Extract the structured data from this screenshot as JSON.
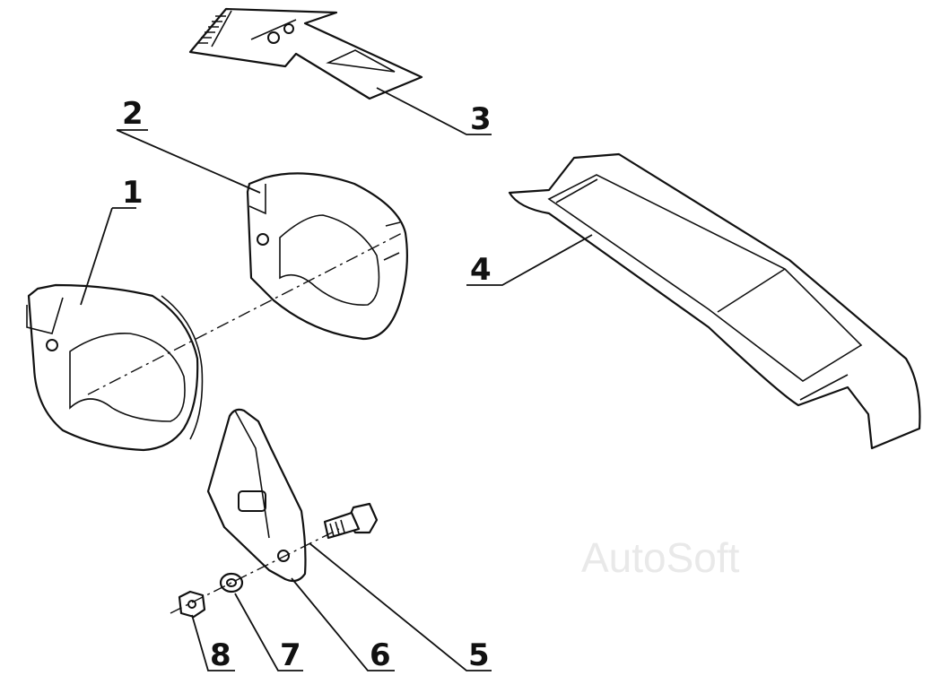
{
  "diagram": {
    "callouts": [
      "1",
      "2",
      "3",
      "4",
      "5",
      "6",
      "7",
      "8"
    ],
    "watermark": "AutoSoft"
  }
}
